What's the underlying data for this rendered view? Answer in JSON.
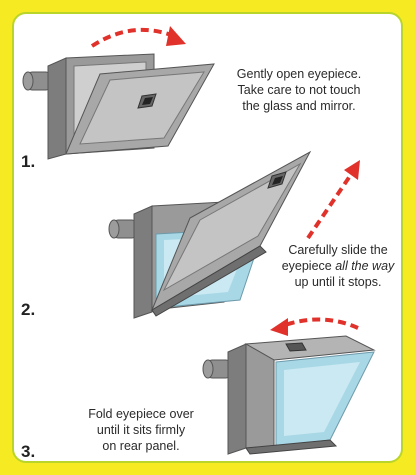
{
  "steps": [
    {
      "number": "1.",
      "caption_line1": "Gently open eyepiece.",
      "caption_line2": "Take care to not touch",
      "caption_line3": "the glass and mirror."
    },
    {
      "number": "2.",
      "caption_line1": "Carefully slide the",
      "caption_line2a": "eyepiece ",
      "caption_line2b": "all the way",
      "caption_line3": "up until it stops."
    },
    {
      "number": "3.",
      "caption_line1": "Fold eyepiece over",
      "caption_line2": "until it sits firmly",
      "caption_line3": "on rear panel."
    }
  ],
  "colors": {
    "background": "#f6eb22",
    "arrow": "#e0322a",
    "device": "#8a8a8a",
    "glass": "#a8d8e6"
  }
}
